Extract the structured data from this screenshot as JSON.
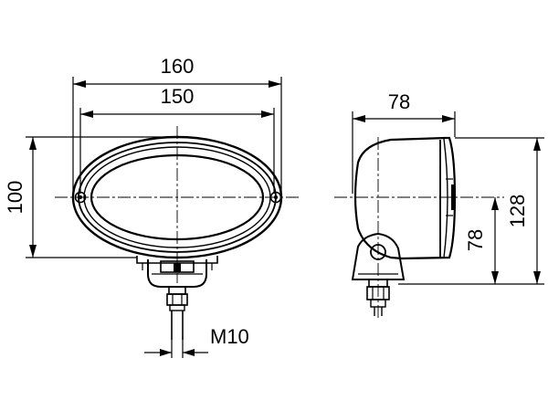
{
  "front_view": {
    "overall_width": "160",
    "lens_width": "150",
    "height": "100",
    "thread": "M10"
  },
  "side_view": {
    "depth": "78",
    "mount_height": "78",
    "overall_height": "128"
  }
}
